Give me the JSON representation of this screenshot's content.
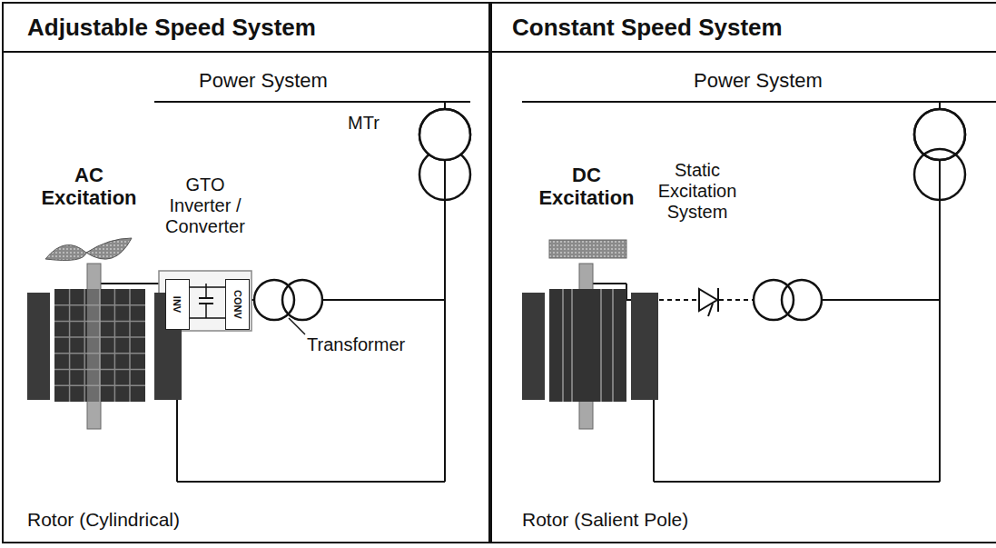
{
  "diagram": {
    "nodes": [
      {
        "text": [
          "Adjustable Speed System"
        ]
      },
      {
        "text": [
          "Constant Speed System"
        ]
      },
      {
        "text": [
          "INV"
        ],
        "in": 0
      },
      {
        "text": [
          "CONV"
        ],
        "in": 0
      }
    ],
    "edges": [
      {
        "from": 2,
        "to": 3,
        "arrow": "none"
      }
    ],
    "labels": [
      "Power System",
      "AC Excitation",
      "GTO Inverter / Converter",
      "MTr",
      "Transformer",
      "Rotor (Cylindrical)",
      "Power System",
      "DC Excitation",
      "Static Excitation System",
      "Rotor (Salient Pole)"
    ]
  }
}
